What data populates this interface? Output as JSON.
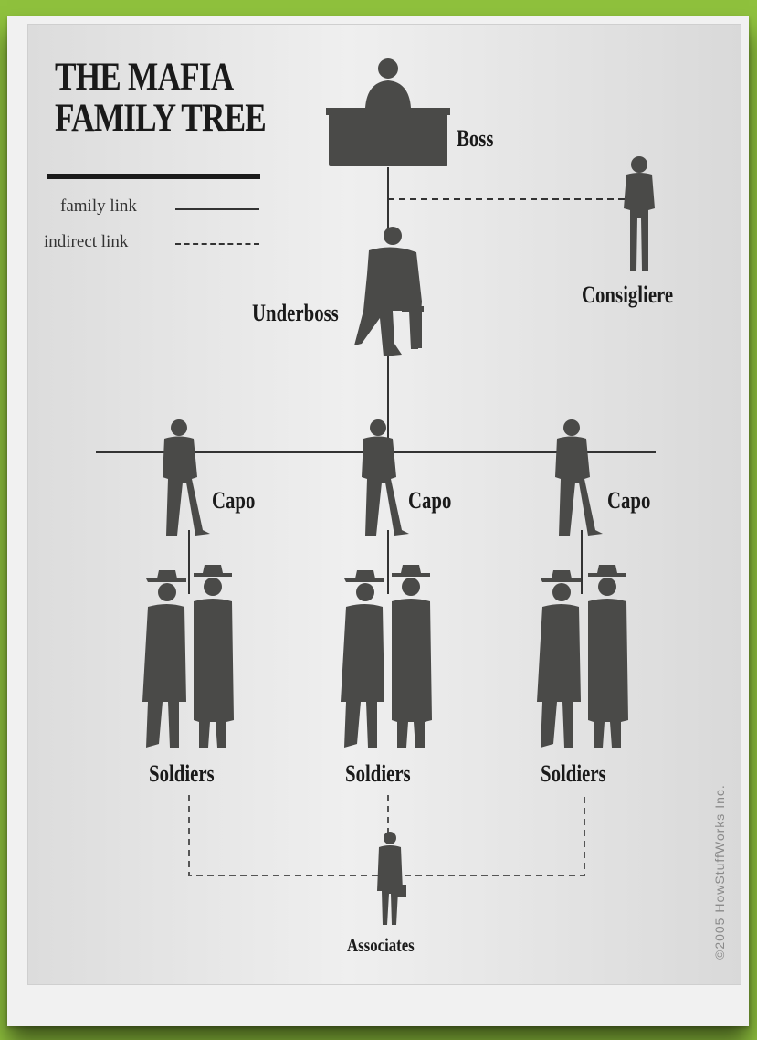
{
  "title_line1": "THE MAFIA",
  "title_line2": "FAMILY TREE",
  "legend": {
    "family_link": "family link",
    "indirect_link": "indirect link"
  },
  "nodes": {
    "boss": "Boss",
    "consigliere": "Consigliere",
    "underboss": "Underboss",
    "capo_1": "Capo",
    "capo_2": "Capo",
    "capo_3": "Capo",
    "soldiers_1": "Soldiers",
    "soldiers_2": "Soldiers",
    "soldiers_3": "Soldiers",
    "associates": "Associates"
  },
  "copyright": "©2005 HowStuffWorks Inc.",
  "colors": {
    "background": "#8fc13d",
    "silhouette": "#4a4a48",
    "text": "#1a1a1a"
  }
}
